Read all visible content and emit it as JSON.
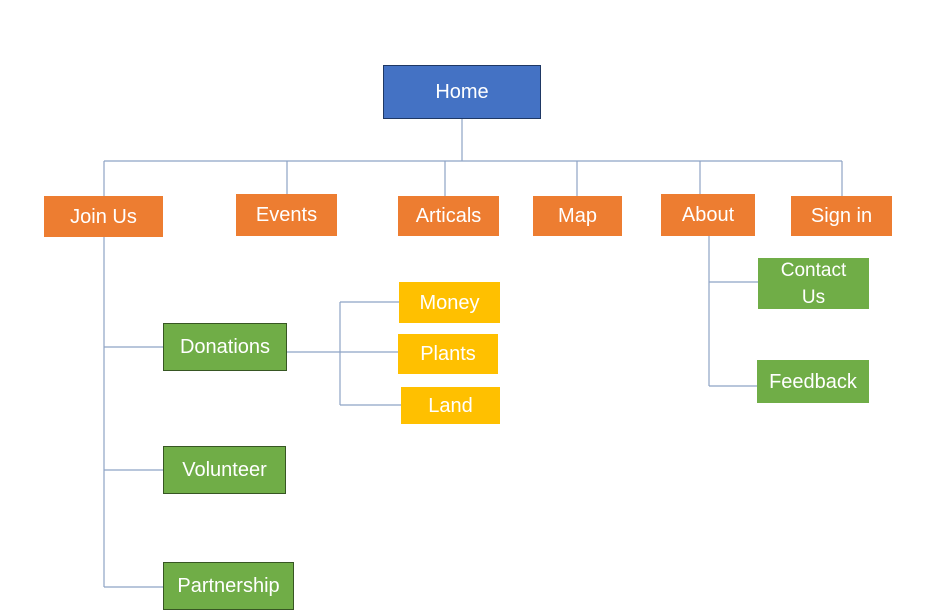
{
  "root": {
    "label": "Home"
  },
  "sections": [
    {
      "label": "Join Us"
    },
    {
      "label": "Events"
    },
    {
      "label": "Articals"
    },
    {
      "label": "Map"
    },
    {
      "label": "About"
    },
    {
      "label": "Sign in"
    }
  ],
  "join_us_children": [
    {
      "label": "Donations"
    },
    {
      "label": "Volunteer"
    },
    {
      "label": "Partnership"
    }
  ],
  "donation_types": [
    {
      "label": "Money"
    },
    {
      "label": "Plants"
    },
    {
      "label": "Land"
    }
  ],
  "about_children": [
    {
      "label": "Contact\nUs"
    },
    {
      "label": "Feedback"
    }
  ],
  "colors": {
    "root": "#4472c4",
    "section": "#ed7d31",
    "subpage": "#70ad47",
    "donation_type": "#ffc000",
    "connector": "#8ea3c5",
    "text": "#ffffff"
  }
}
